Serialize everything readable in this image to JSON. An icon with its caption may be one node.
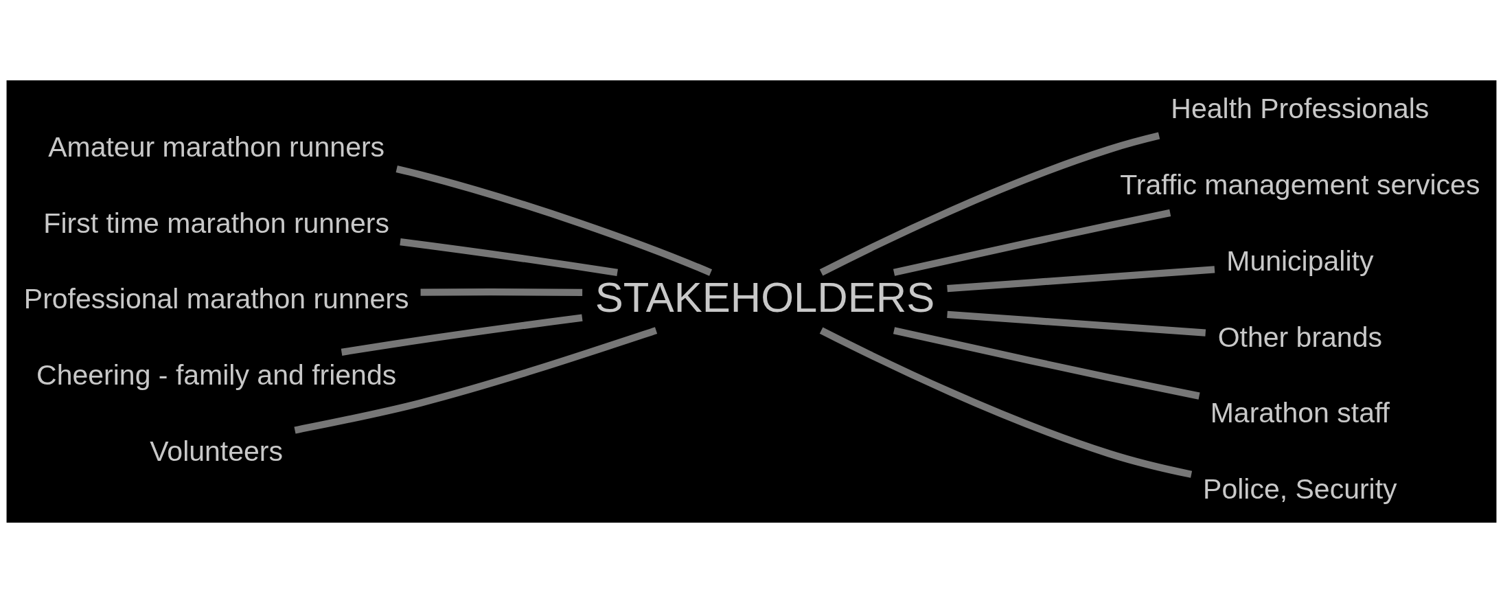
{
  "diagram": {
    "nodes": [
      {
        "text": [
          "STAKEHOLDERS"
        ]
      },
      {
        "text": [
          "Amateur marathon runners"
        ]
      },
      {
        "text": [
          "First time marathon runners"
        ]
      },
      {
        "text": [
          "Professional marathon runners"
        ]
      },
      {
        "text": [
          "Cheering - family and friends"
        ]
      },
      {
        "text": [
          "Volunteers"
        ]
      },
      {
        "text": [
          "Health Professionals"
        ]
      },
      {
        "text": [
          "Traffic management services"
        ]
      },
      {
        "text": [
          "Municipality"
        ]
      },
      {
        "text": [
          "Other brands"
        ]
      },
      {
        "text": [
          "Marathon staff"
        ]
      },
      {
        "text": [
          "Police, Security"
        ]
      }
    ],
    "edges": [
      {
        "from": 0,
        "to": 1,
        "arrow": "none"
      },
      {
        "from": 0,
        "to": 2,
        "arrow": "none"
      },
      {
        "from": 0,
        "to": 3,
        "arrow": "none"
      },
      {
        "from": 0,
        "to": 4,
        "arrow": "none"
      },
      {
        "from": 0,
        "to": 5,
        "arrow": "none"
      },
      {
        "from": 0,
        "to": 6,
        "arrow": "none"
      },
      {
        "from": 0,
        "to": 7,
        "arrow": "none"
      },
      {
        "from": 0,
        "to": 8,
        "arrow": "none"
      },
      {
        "from": 0,
        "to": 9,
        "arrow": "none"
      },
      {
        "from": 0,
        "to": 10,
        "arrow": "none"
      },
      {
        "from": 0,
        "to": 11,
        "arrow": "none"
      }
    ]
  }
}
